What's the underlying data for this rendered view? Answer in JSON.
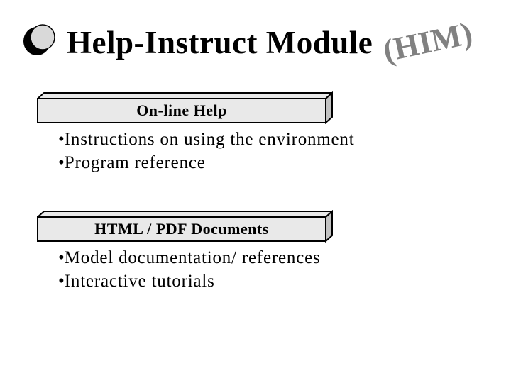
{
  "slide": {
    "title": "Help-Instruct Module",
    "title_suffix": "(HIM)",
    "bullet_marker": "•",
    "logo_icon": "sphere-bullet-icon",
    "colors": {
      "background": "#ffffff",
      "title_text": "#000000",
      "suffix_text": "#818181",
      "body_text": "#000000",
      "box_face": "#e9e9e9",
      "box_top": "#e9e9e9",
      "box_side": "#c2c2c2",
      "box_border": "#000000",
      "logo_fill": "#d9d9d9",
      "logo_shadow": "#000000"
    },
    "sections": [
      {
        "header": "On-line Help",
        "bullets": [
          "Instructions on using the environment",
          "Program reference"
        ]
      },
      {
        "header": "HTML / PDF Documents",
        "bullets": [
          "Model documentation/ references",
          "Interactive tutorials"
        ]
      }
    ]
  }
}
